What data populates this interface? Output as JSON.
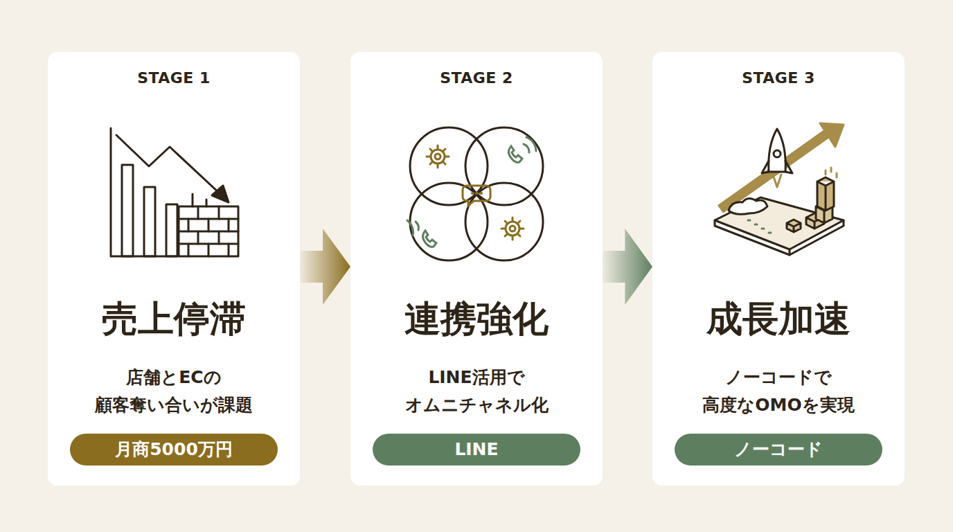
{
  "diagram": {
    "nodes": [
      {
        "text": [
          "STAGE 1",
          "売上停滞",
          "店舗とECの 顧客奪い合いが課題"
        ]
      },
      {
        "text": [
          "月商5000万円"
        ],
        "in": 0
      },
      {
        "text": [
          "STAGE 2",
          "連携強化",
          "LINE活用で オムニチャネル化"
        ]
      },
      {
        "text": [
          "LINE"
        ],
        "in": 2
      },
      {
        "text": [
          "STAGE 3",
          "成長加速",
          "ノーコードで 高度なOMOを実現"
        ]
      },
      {
        "text": [
          "ノーコード"
        ],
        "in": 4
      }
    ],
    "edges": [
      {
        "from": 0,
        "to": 2,
        "arrow": "to"
      },
      {
        "from": 2,
        "to": 4,
        "arrow": "to"
      }
    ]
  }
}
